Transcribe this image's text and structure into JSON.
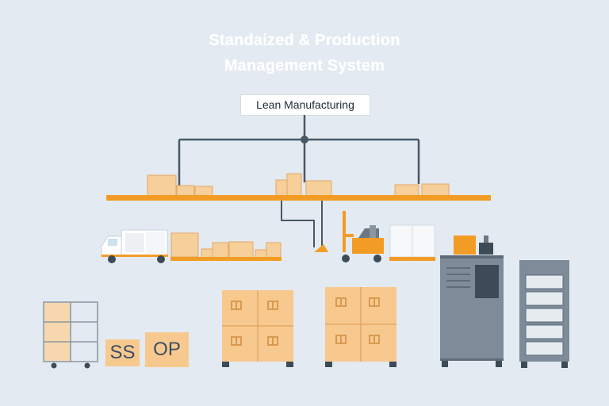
{
  "title": {
    "line1": "Standaized & Production",
    "line2": "Management System"
  },
  "hub_label": "Lean Manufacturing",
  "signs": {
    "left": "SS",
    "right": "OP"
  },
  "colors": {
    "background": "#e3eaf1",
    "conveyor": "#f39c25",
    "box": "#f6cf9a",
    "box_edge": "#e3a866",
    "steel": "#4a5866",
    "machine": "#7e8b98",
    "title": "#ffffff"
  },
  "icons": [
    "delivery-truck-icon",
    "forklift-icon",
    "machine-cabinet-icon",
    "storage-rack-icon",
    "pallet-icon"
  ]
}
